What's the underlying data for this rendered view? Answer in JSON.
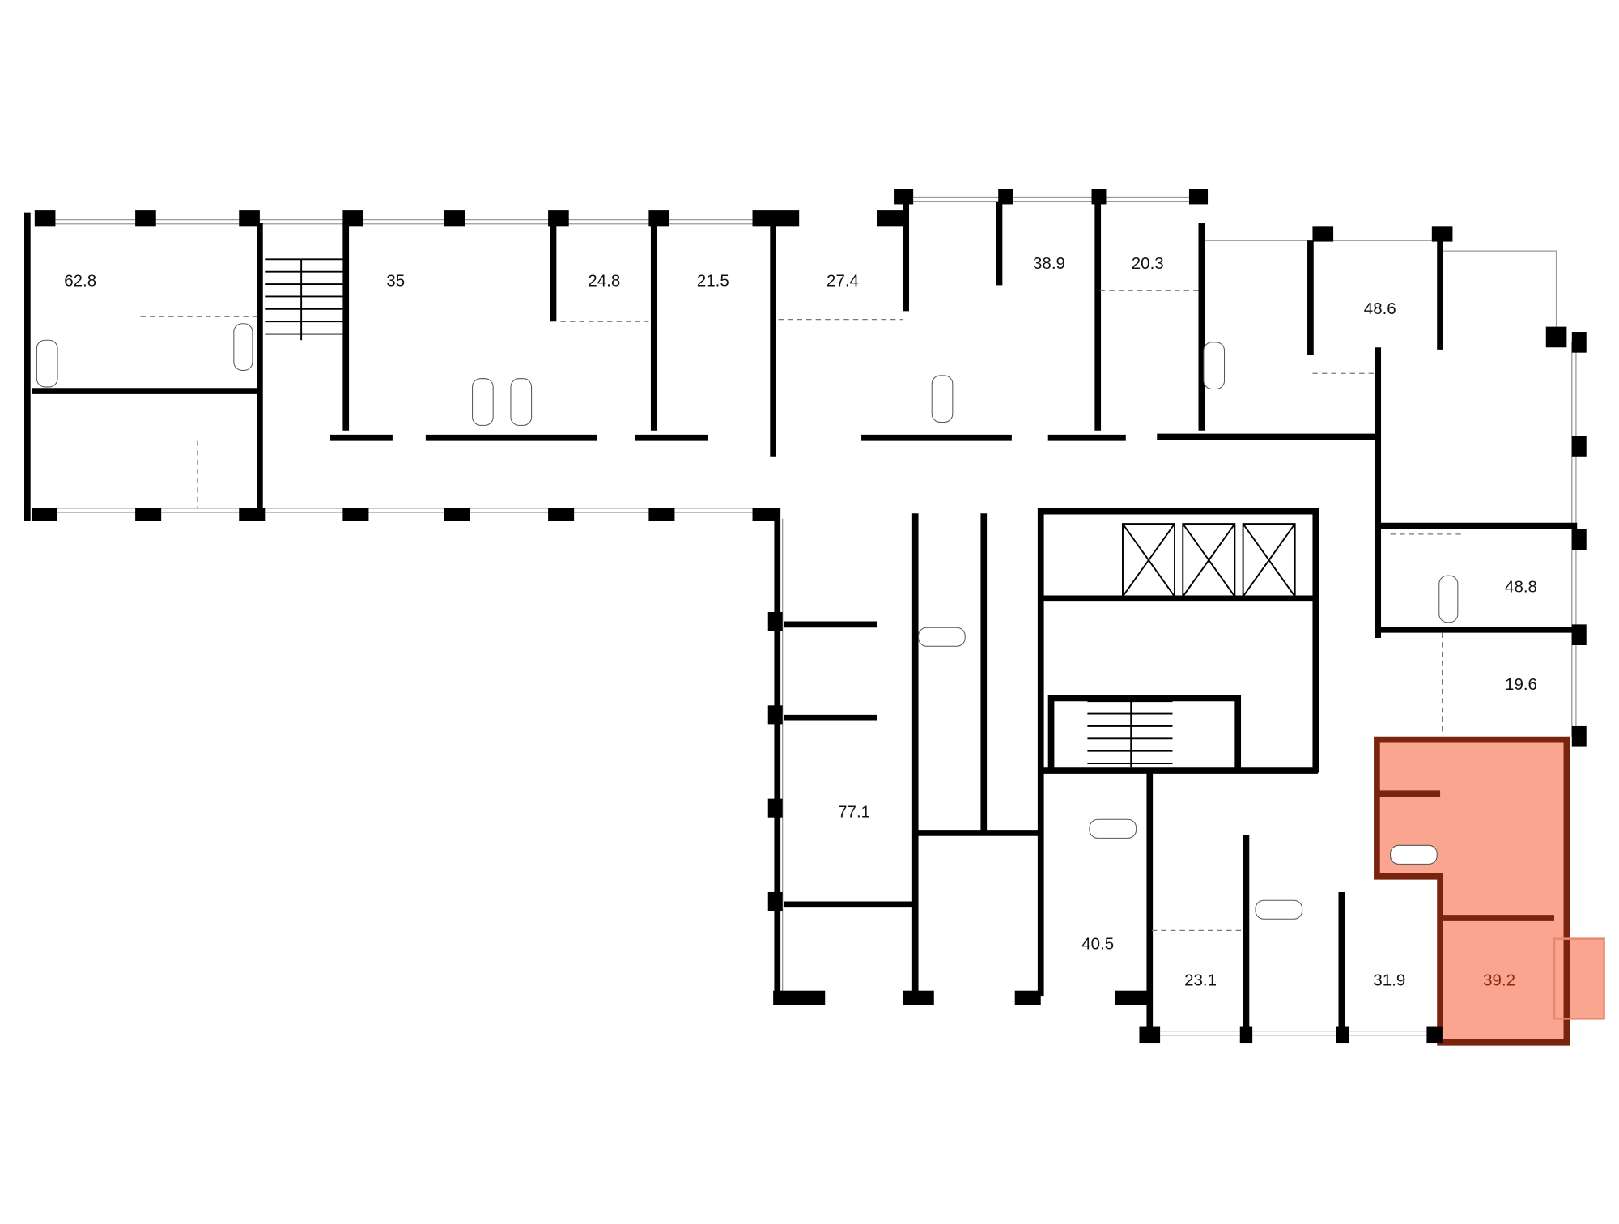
{
  "plan": {
    "apartments": [
      {
        "area": "62.8",
        "highlighted": false
      },
      {
        "area": "35",
        "highlighted": false
      },
      {
        "area": "24.8",
        "highlighted": false
      },
      {
        "area": "21.5",
        "highlighted": false
      },
      {
        "area": "27.4",
        "highlighted": false
      },
      {
        "area": "38.9",
        "highlighted": false
      },
      {
        "area": "20.3",
        "highlighted": false
      },
      {
        "area": "48.6",
        "highlighted": false
      },
      {
        "area": "48.8",
        "highlighted": false
      },
      {
        "area": "19.6",
        "highlighted": false
      },
      {
        "area": "77.1",
        "highlighted": false
      },
      {
        "area": "40.5",
        "highlighted": false
      },
      {
        "area": "23.1",
        "highlighted": false
      },
      {
        "area": "31.9",
        "highlighted": false
      },
      {
        "area": "39.2",
        "highlighted": true
      }
    ],
    "colors": {
      "highlight_fill": "#f9a590",
      "highlight_wall": "#7a2410",
      "wall": "#000000"
    }
  }
}
